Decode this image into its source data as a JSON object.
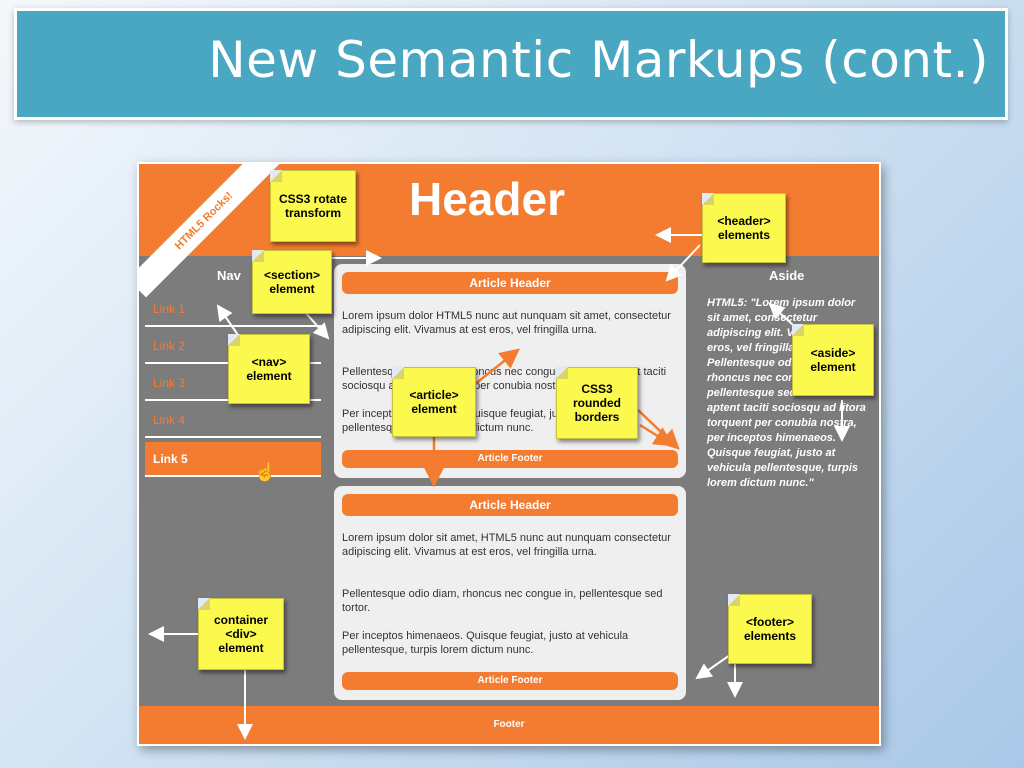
{
  "slide": {
    "title": "New Semantic Markups (cont.)"
  },
  "mockup": {
    "header": "Header",
    "ribbon": "HTML5 Rocks!",
    "nav": {
      "title": "Nav",
      "links": [
        "Link 1",
        "Link 2",
        "Link 3",
        "Link 4",
        "Link 5"
      ]
    },
    "article1": {
      "header": "Article Header",
      "para1": "Lorem ipsum dolor HTML5 nunc aut nunquam sit amet, consectetur adipiscing elit. Vivamus at est eros, vel fringilla urna.",
      "para2": "Pellentesque odio diam, rhoncus nec congue in, Class aptent taciti sociosqu ad litora torquent per conubia nostra.",
      "para3": "Per inceptos himenaeos. Quisque feugiat, justo at vehicula pellentesque, turpis lorem dictum nunc.",
      "footer": "Article Footer"
    },
    "article2": {
      "header": "Article Header",
      "para1": "Lorem ipsum dolor sit amet, HTML5 nunc aut nunquam consectetur adipiscing elit. Vivamus at est eros, vel fringilla urna.",
      "para2": "Pellentesque odio diam, rhoncus nec congue in, pellentesque sed tortor.",
      "para3": "Per inceptos himenaeos. Quisque feugiat, justo at vehicula pellentesque, turpis lorem dictum nunc.",
      "footer": "Article Footer"
    },
    "aside": {
      "title": "Aside",
      "text": "HTML5: \"Lorem ipsum dolor sit amet, consectetur adipiscing elit. Vivamus at est eros, vel fringilla urna. Pellentesque odio diam, rhoncus nec congue in, pellentesque sed tortor. Class aptent taciti sociosqu ad litora torquent per conubia nostra, per inceptos himenaeos. Quisque feugiat, justo at vehicula pellentesque, turpis lorem dictum nunc.\""
    },
    "footer": "Footer"
  },
  "notes": {
    "rotate": "CSS3 rotate\ntransform",
    "header": "<header>\nelements",
    "section": "<section>\nelement",
    "nav": "<nav>\nelement",
    "aside": "<aside>\nelement",
    "article": "<article>\nelement",
    "rounded": "CSS3\nrounded\nborders",
    "container": "container\n<div>\nelement",
    "footer": "<footer>\nelements"
  },
  "colors": {
    "accent": "#f47c30",
    "note": "#fcf94e",
    "titlebar": "#4aa7c1"
  }
}
